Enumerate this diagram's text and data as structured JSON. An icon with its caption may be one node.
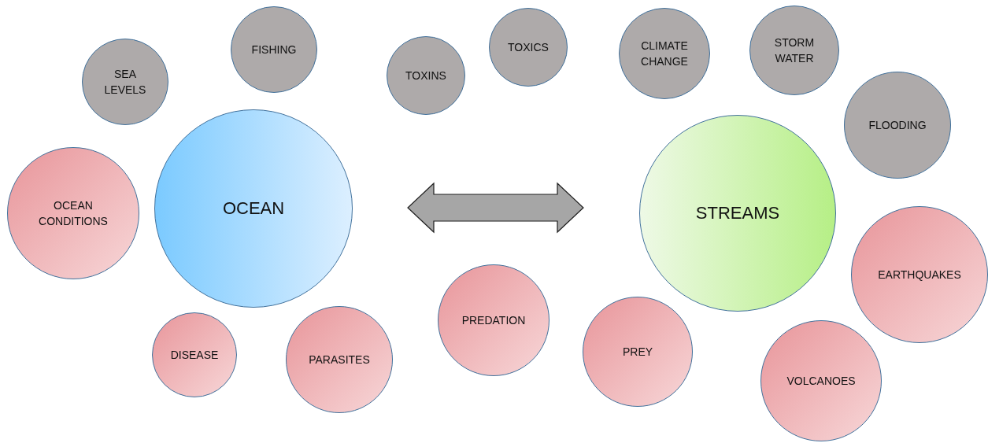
{
  "diagram": {
    "nodes": [
      {
        "text": [
          "SEA LEVELS"
        ]
      },
      {
        "text": [
          "FISHING"
        ]
      },
      {
        "text": [
          "TOXINS"
        ]
      },
      {
        "text": [
          "TOXICS"
        ]
      },
      {
        "text": [
          "CLIMATE CHANGE"
        ]
      },
      {
        "text": [
          "STORM WATER"
        ]
      },
      {
        "text": [
          "FLOODING"
        ]
      },
      {
        "text": [
          "OCEAN CONDITIONS"
        ]
      },
      {
        "text": [
          "OCEAN"
        ]
      },
      {
        "text": [
          "STREAMS"
        ]
      },
      {
        "text": [
          "EARTHQUAKES"
        ]
      },
      {
        "text": [
          "DISEASE"
        ]
      },
      {
        "text": [
          "PARASITES"
        ]
      },
      {
        "text": [
          "PREDATION"
        ]
      },
      {
        "text": [
          "PREY"
        ]
      },
      {
        "text": [
          "VOLCANOES"
        ]
      }
    ],
    "edges": [
      {
        "from": 8,
        "to": 9,
        "arrow": "both"
      }
    ]
  }
}
